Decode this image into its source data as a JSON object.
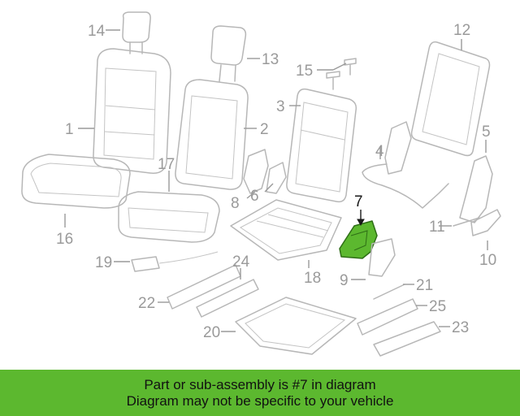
{
  "diagram": {
    "highlight_color": "#5cb82f",
    "callouts": [
      {
        "id": "c1",
        "label": "1"
      },
      {
        "id": "c2",
        "label": "2"
      },
      {
        "id": "c3",
        "label": "3"
      },
      {
        "id": "c4",
        "label": "4"
      },
      {
        "id": "c5",
        "label": "5"
      },
      {
        "id": "c6",
        "label": "6"
      },
      {
        "id": "c7",
        "label": "7"
      },
      {
        "id": "c8",
        "label": "8"
      },
      {
        "id": "c9",
        "label": "9"
      },
      {
        "id": "c10",
        "label": "10"
      },
      {
        "id": "c11",
        "label": "11"
      },
      {
        "id": "c12",
        "label": "12"
      },
      {
        "id": "c13",
        "label": "13"
      },
      {
        "id": "c14",
        "label": "14"
      },
      {
        "id": "c15",
        "label": "15"
      },
      {
        "id": "c16",
        "label": "16"
      },
      {
        "id": "c17",
        "label": "17"
      },
      {
        "id": "c18",
        "label": "18"
      },
      {
        "id": "c19",
        "label": "19"
      },
      {
        "id": "c20",
        "label": "20"
      },
      {
        "id": "c21",
        "label": "21"
      },
      {
        "id": "c22",
        "label": "22"
      },
      {
        "id": "c23",
        "label": "23"
      },
      {
        "id": "c24",
        "label": "24"
      },
      {
        "id": "c25",
        "label": "25"
      }
    ]
  },
  "banner": {
    "line1": "Part or sub-assembly is #7 in diagram",
    "line2": "Diagram may not be specific to your vehicle",
    "background": "#5cb82f"
  }
}
